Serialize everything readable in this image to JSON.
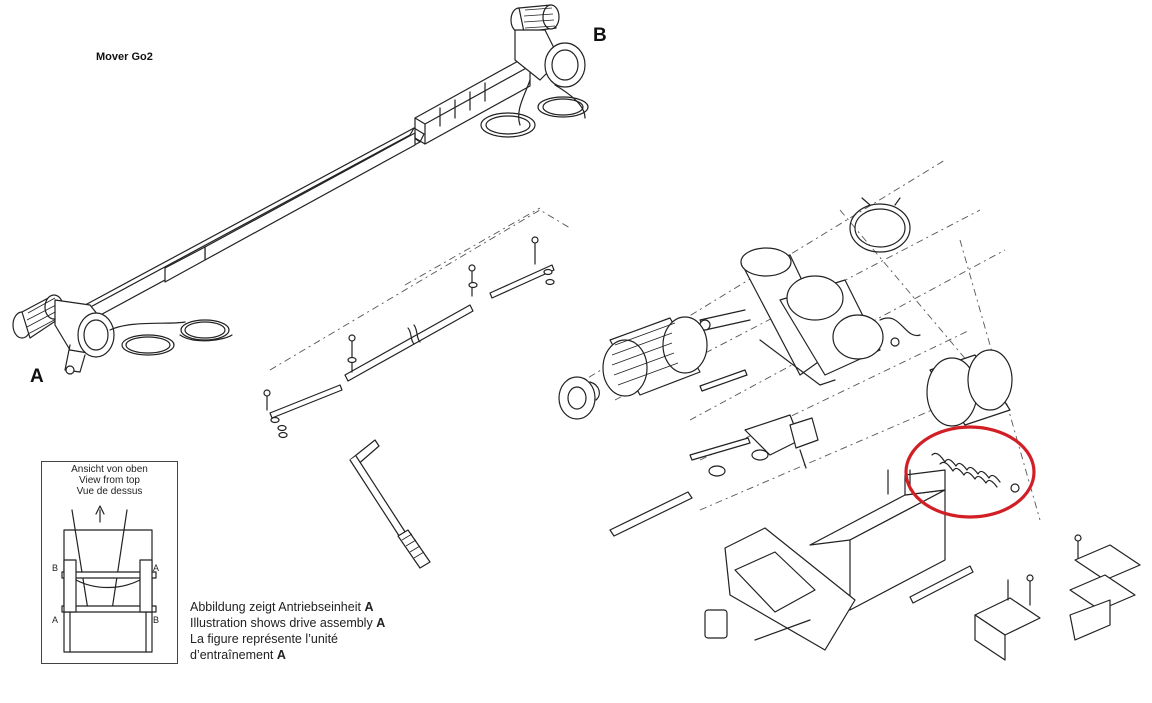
{
  "title": "Mover Go2",
  "labels": {
    "a": "A",
    "b": "B"
  },
  "inset": {
    "lines": [
      "Ansicht von oben",
      "View from top",
      "Vue de dessus"
    ],
    "corner_labels": {
      "b": "B",
      "a": "A"
    }
  },
  "caption": {
    "line1": "Abbildung zeigt Antriebseinheit",
    "line2": "Illustration shows drive assembly",
    "line3": "La figure représente l’unité",
    "line4": "d’entraînement",
    "unit": "A"
  },
  "colors": {
    "line": "#222222",
    "highlight": "#d21f26",
    "background": "#ffffff"
  }
}
